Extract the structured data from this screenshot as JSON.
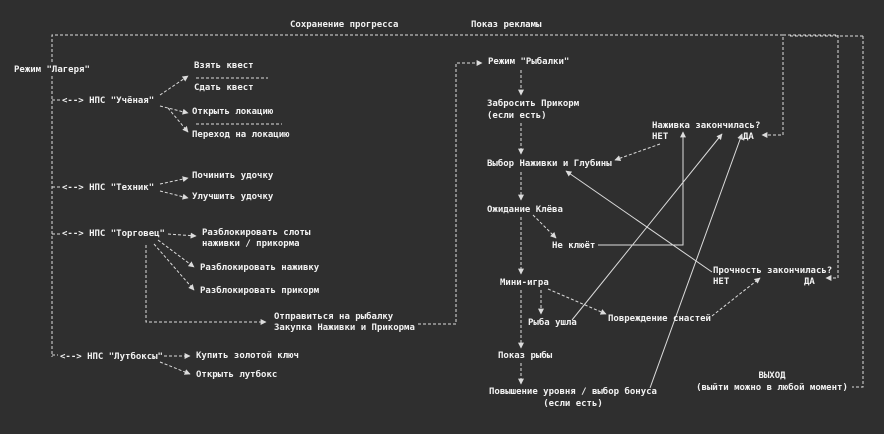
{
  "top": {
    "save_progress": "Сохранение прогресса",
    "show_ad": "Показ рекламы"
  },
  "camp": {
    "mode": "Режим \"Лагеря\"",
    "scientist": "<--> НПС \"Учёная\"",
    "take_quest": "Взять квест",
    "turn_in_quest": "Сдать квест",
    "open_location": "Открыть локацию",
    "go_to_location": "Переход на локацию",
    "technician": "<--> НПС \"Техник\"",
    "repair_rod": "Починить удочку",
    "upgrade_rod": "Улучшить удочку",
    "trader": "<--> НПС \"Торговец\"",
    "unlock_slots_line1": "Разблокировать слоты",
    "unlock_slots_line2": "наживки / прикорма",
    "unlock_bait": "Разблокировать наживку",
    "unlock_groundbait": "Разблокировать прикорм",
    "go_fishing_line1": "Отправиться на рыбалку",
    "go_fishing_line2": "Закупка Наживки и Прикорма",
    "lootboxes": "<--> НПС \"Лутбоксы\"",
    "buy_golden_key": "Купить золотой ключ",
    "open_lootbox": "Открыть лутбокс"
  },
  "fishing": {
    "mode": "Режим \"Рыбалки\"",
    "cast_line1": "Забросить Прикорм",
    "cast_line2": "(если есть)",
    "choose_bait": "Выбор Наживки и Глубины",
    "bait_over": "Наживка закончилась?",
    "bait_no": "НЕТ",
    "bait_yes": "ДА",
    "waiting": "Ожидание Клёва",
    "no_bite": "Не клюёт",
    "minigame": "Мини-игра",
    "fish_escaped": "Рыба ушла",
    "gear_damage": "Повреждение снастей",
    "durability_over": "Прочность закончилась?",
    "dur_no": "НЕТ",
    "dur_yes": "ДА",
    "show_fish": "Показ рыбы",
    "level_up_line1": "Повышение уровня / выбор бонуса",
    "level_up_line2": "(если есть)",
    "exit_line1": "ВЫХОД",
    "exit_line2": "(выйти можно в любой момент)"
  },
  "colors": {
    "background": "#2f2f2f",
    "text": "#f2f2f2",
    "lines": "#dcdcdc"
  }
}
